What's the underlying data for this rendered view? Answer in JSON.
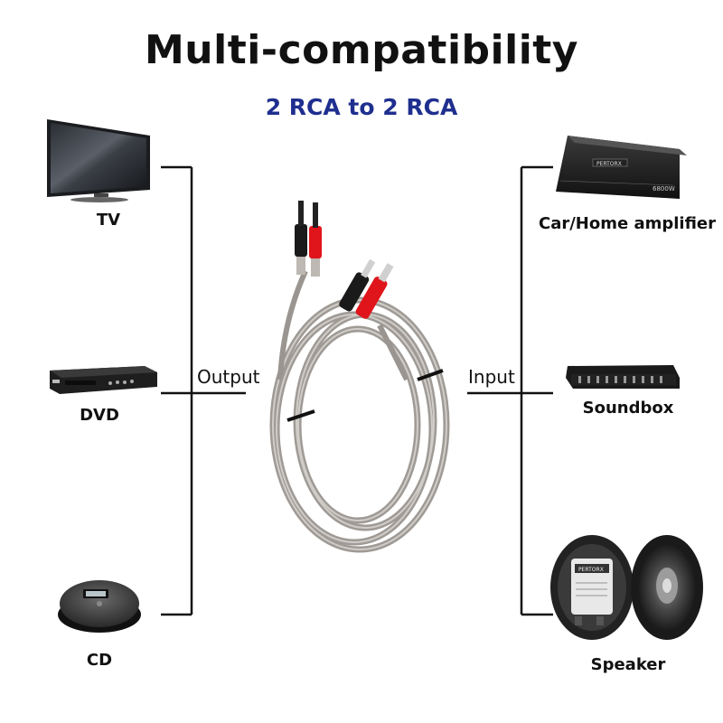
{
  "header": {
    "title": "Multi-compatibility",
    "subtitle": "2 RCA to 2 RCA"
  },
  "left": {
    "bracket_label": "Output",
    "devices": [
      {
        "label": "TV",
        "icon": "tv-icon"
      },
      {
        "label": "DVD",
        "icon": "dvd-player-icon"
      },
      {
        "label": "CD",
        "icon": "cd-player-icon"
      }
    ]
  },
  "right": {
    "bracket_label": "Input",
    "devices": [
      {
        "label": "Car/Home amplifier",
        "icon": "amplifier-icon"
      },
      {
        "label": "Soundbox",
        "icon": "equalizer-icon"
      },
      {
        "label": "Speaker",
        "icon": "speaker-icon"
      }
    ]
  },
  "center": {
    "icon": "rca-cable-icon"
  },
  "colors": {
    "subtitle": "#1f2f8f",
    "plug_red": "#e0141b",
    "plug_black": "#1a1a1a",
    "cable_silver": "#9a9590"
  },
  "device_text": {
    "amplifier_brand": "PERTORX",
    "amplifier_power": "6800W",
    "speaker_brand": "PERTORX"
  }
}
